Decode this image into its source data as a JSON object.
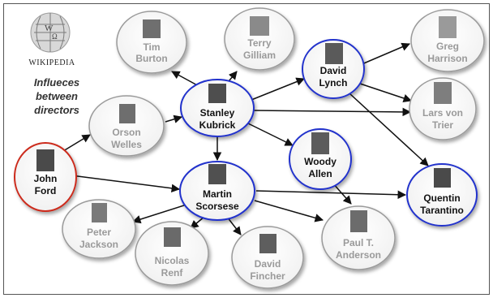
{
  "logo": {
    "wordmark": "WIKIPEDIA"
  },
  "caption": {
    "line1": "Influeces",
    "line2": "between",
    "line3": "directors"
  },
  "nodes": {
    "tim_burton": {
      "line1": "Tim",
      "line2": "Burton"
    },
    "terry_gilliam": {
      "line1": "Terry",
      "line2": "Gilliam"
    },
    "david_lynch": {
      "line1": "David",
      "line2": "Lynch"
    },
    "greg_harrison": {
      "line1": "Greg",
      "line2": "Harrison"
    },
    "stanley_kubrick": {
      "line1": "Stanley",
      "line2": "Kubrick"
    },
    "lars_von_trier": {
      "line1": "Lars von",
      "line2": "Trier"
    },
    "orson_welles": {
      "line1": "Orson",
      "line2": "Welles"
    },
    "john_ford": {
      "line1": "John",
      "line2": "Ford"
    },
    "woody_allen": {
      "line1": "Woody",
      "line2": "Allen"
    },
    "martin_scorsese": {
      "line1": "Martin",
      "line2": "Scorsese"
    },
    "quentin_tarantino": {
      "line1": "Quentin",
      "line2": "Tarantino"
    },
    "peter_jackson": {
      "line1": "Peter",
      "line2": "Jackson"
    },
    "nicolas_renf": {
      "line1": "Nicolas",
      "line2": "Renf"
    },
    "david_fincher": {
      "line1": "David",
      "line2": "Fincher"
    },
    "paul_anderson": {
      "line1": "Paul T.",
      "line2": "Anderson"
    }
  },
  "colors": {
    "grey_border": "#9a9a9a",
    "blue_border": "#2233cc",
    "red_border": "#cc2a1a",
    "arrow": "#111111"
  }
}
